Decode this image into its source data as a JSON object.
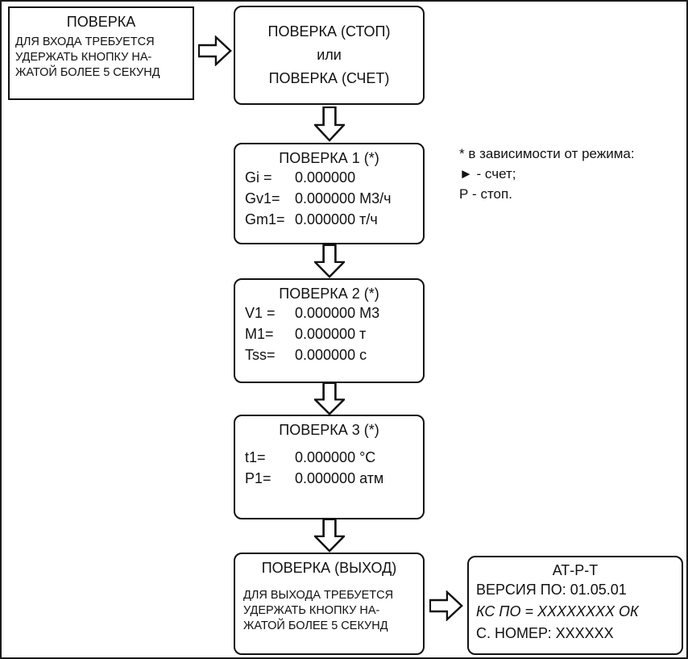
{
  "entry_box": {
    "title": "ПОВЕРКА",
    "line1": "ДЛЯ ВХОДА ТРЕБУЕТСЯ",
    "line2": "УДЕРЖАТЬ КНОПКУ НА-",
    "line3": "ЖАТОЙ БОЛЕЕ 5 СЕКУНД"
  },
  "mode_box": {
    "line1": "ПОВЕРКА (СТОП)",
    "line2": "или",
    "line3": "ПОВЕРКА (СЧЕТ)"
  },
  "poverka1": {
    "title": "ПОВЕРКА 1  (*)",
    "rows": [
      {
        "label": "Gi =",
        "value": "0.000000"
      },
      {
        "label": "Gv1=",
        "value": "0.000000 М3/ч"
      },
      {
        "label": "Gm1=",
        "value": "0.000000 т/ч"
      }
    ]
  },
  "note": {
    "line1": "* в зависимости от режима:",
    "line2": "► - счет;",
    "line3": "Р - стоп."
  },
  "poverka2": {
    "title": "ПОВЕРКА 2 (*)",
    "rows": [
      {
        "label": "V1 =",
        "value": "0.000000 М3"
      },
      {
        "label": "M1=",
        "value": "0.000000 т"
      },
      {
        "label": "Tss=",
        "value": "0.000000 с"
      }
    ]
  },
  "poverka3": {
    "title": "ПОВЕРКА 3  (*)",
    "rows": [
      {
        "label": "t1=",
        "value": "0.000000 °С"
      },
      {
        "label": "P1=",
        "value": "0.000000 атм"
      }
    ]
  },
  "exit_box": {
    "title": "ПОВЕРКА (ВЫХОД)",
    "line1": "ДЛЯ ВЫХОДА ТРЕБУЕТСЯ",
    "line2": "УДЕРЖАТЬ КНОПКУ НА-",
    "line3": "ЖАТОЙ БОЛЕЕ 5 СЕКУНД"
  },
  "info_box": {
    "title": "АТ-Р-Т",
    "line1": "ВЕРСИЯ ПО: 01.05.01",
    "line2": "КС ПО = ХХХХХХХХ ОК",
    "line3": "С. НОМЕР: ХХХХХХ"
  },
  "colors": {
    "ink": "#111111",
    "background": "#ffffff"
  }
}
